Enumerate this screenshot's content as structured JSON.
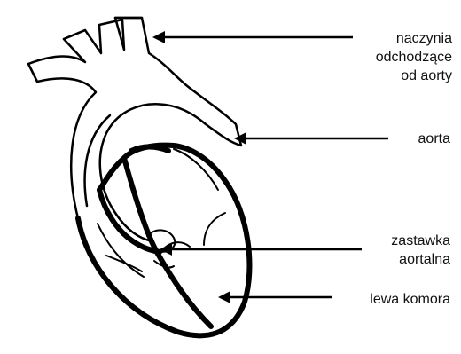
{
  "labels": {
    "vessels": [
      "naczynia",
      "odchodzące",
      "od aorty"
    ],
    "aorta": "aorta",
    "valve": [
      "zastawka",
      "aortalna"
    ],
    "ventricle": "lewa komora"
  },
  "colors": {
    "ink": "#000000",
    "fill": "#ffffff"
  }
}
